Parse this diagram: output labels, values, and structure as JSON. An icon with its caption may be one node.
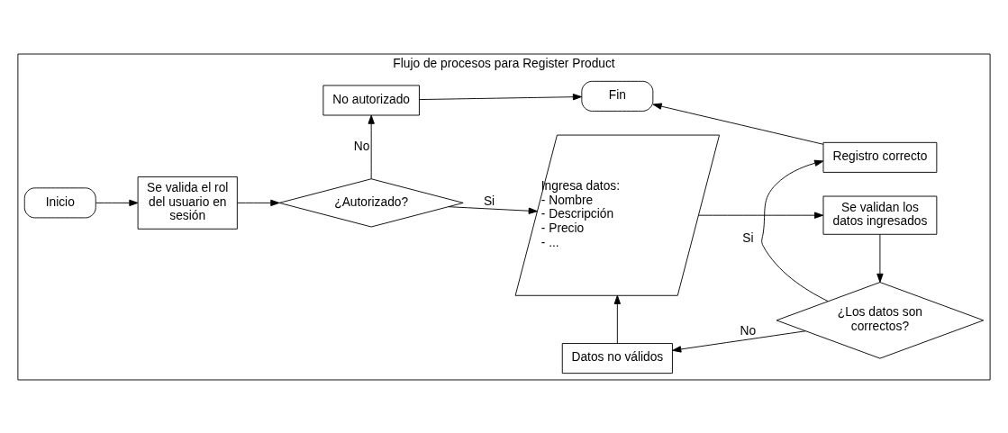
{
  "diagram": {
    "nodes": [
      {
        "text": [
          "Flujo de procesos para Register Product"
        ]
      },
      {
        "text": [
          "Inicio"
        ],
        "in": 0
      },
      {
        "text": [
          "Se valida el rol del usuario en sesión"
        ],
        "in": 0
      },
      {
        "text": [
          "¿Autorizado?"
        ],
        "in": 0
      },
      {
        "text": [
          "Ingresa datos:",
          "- Nombre",
          "- Descripción",
          "- Precio",
          "- ..."
        ],
        "in": 0
      },
      {
        "text": [
          "Se validan los datos ingresados"
        ],
        "in": 0
      },
      {
        "text": [
          "No autorizado"
        ],
        "in": 0
      },
      {
        "text": [
          "Datos no válidos"
        ],
        "in": 0
      },
      {
        "text": [
          "¿Los datos son correctos?"
        ],
        "in": 0
      },
      {
        "text": [
          "Registro correcto"
        ],
        "in": 0
      },
      {
        "text": [
          "Fin"
        ],
        "in": 0
      }
    ],
    "edges": [
      {
        "from": 1,
        "to": 2,
        "arrow": "to"
      },
      {
        "from": 2,
        "to": 3,
        "arrow": "to"
      },
      {
        "from": 3,
        "to": 4,
        "arrow": "to",
        "label": "Si"
      },
      {
        "from": 3,
        "to": 6,
        "arrow": "to",
        "label": "No"
      },
      {
        "from": 4,
        "to": 5,
        "arrow": "to"
      },
      {
        "from": 5,
        "to": 8,
        "arrow": "to"
      },
      {
        "from": 8,
        "to": 7,
        "arrow": "to",
        "label": "No"
      },
      {
        "from": 7,
        "to": 4,
        "arrow": "to"
      },
      {
        "from": 8,
        "to": 9,
        "arrow": "to",
        "label": "Si"
      },
      {
        "from": 6,
        "to": 10,
        "arrow": "to"
      },
      {
        "from": 9,
        "to": 10,
        "arrow": "to"
      }
    ]
  }
}
